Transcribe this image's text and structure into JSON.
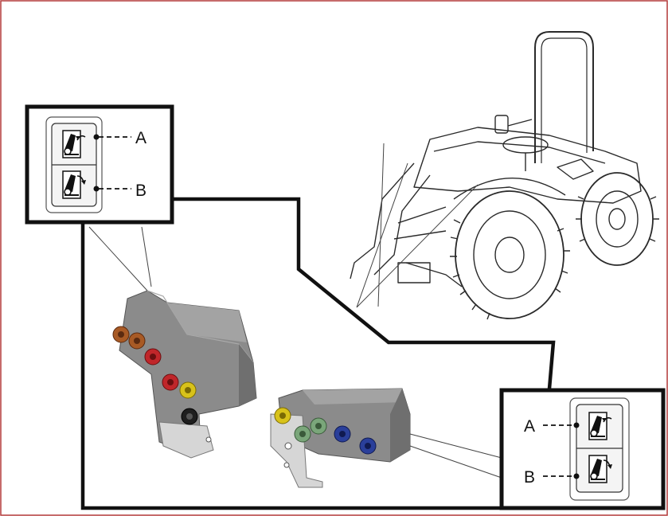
{
  "figure": {
    "frame_color": "#b33a3a",
    "callout_top_left": {
      "labels": [
        "A",
        "B"
      ],
      "icons": [
        "lift-arm-raise-icon",
        "lift-arm-lower-icon"
      ]
    },
    "callout_bottom_right": {
      "labels": [
        "A",
        "B"
      ],
      "icons": [
        "lift-arm-raise-icon",
        "lift-arm-lower-icon"
      ]
    },
    "rear_coupler_colors": [
      "#a85a25",
      "#c0262a",
      "#d8c21a",
      "#1e1e1e"
    ],
    "front_coupler_colors": [
      "#d8c21a",
      "#7aa67a",
      "#2a3f9a"
    ],
    "components": [
      "tractor",
      "rear-hydraulic-coupler-block",
      "front-hydraulic-coupler-block",
      "switch-panel"
    ]
  }
}
